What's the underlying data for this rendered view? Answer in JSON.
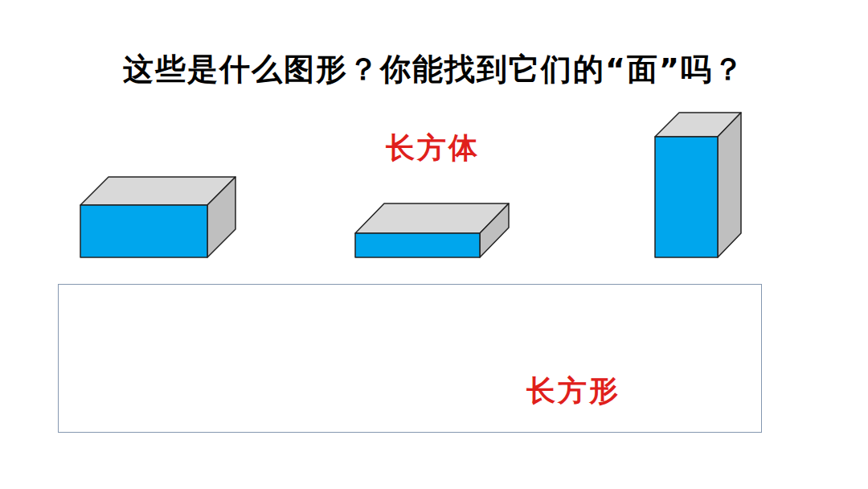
{
  "diagram": {
    "title": "这些是什么图形？你能找到它们的“面”吗？",
    "nodes": [
      {
        "text": [
          "长方形"
        ]
      }
    ],
    "labels": [
      "长方体"
    ]
  }
}
